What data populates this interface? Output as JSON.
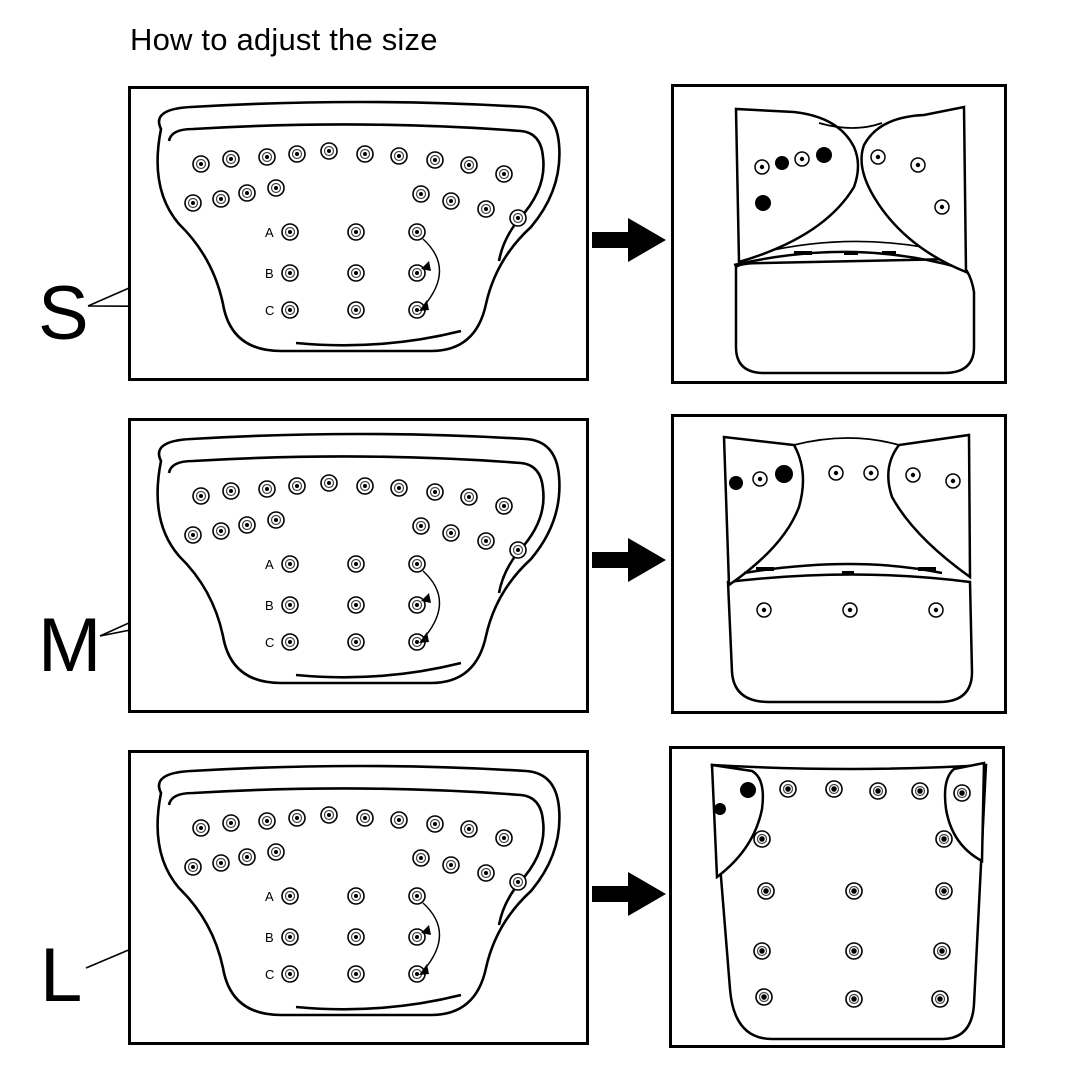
{
  "title": "How to adjust the size",
  "snap_row_labels": [
    "A",
    "B",
    "C"
  ],
  "sizes": [
    {
      "letter": "S",
      "pointer_rows": [
        "A",
        "C"
      ]
    },
    {
      "letter": "M",
      "pointer_rows": [
        "A",
        "B"
      ]
    },
    {
      "letter": "L",
      "pointer_rows": [
        "A"
      ]
    }
  ],
  "colors": {
    "line": "#000000",
    "panel_bg": "#ffffff"
  }
}
